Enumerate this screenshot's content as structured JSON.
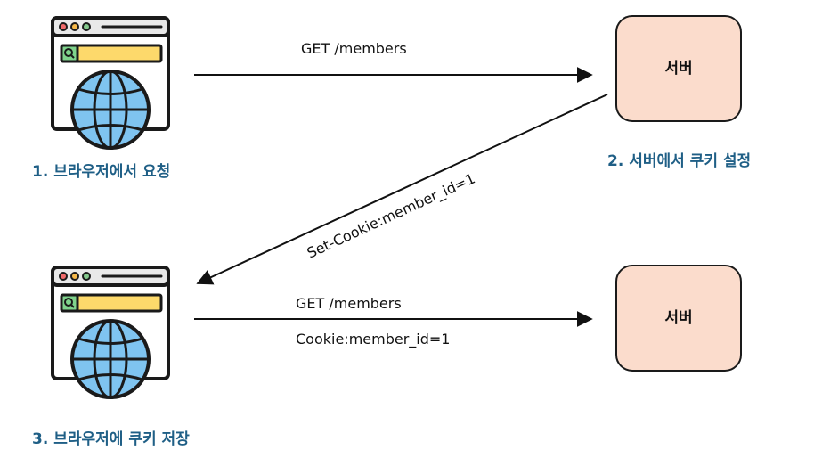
{
  "steps": {
    "browser_request": "1. 브라우저에서 요청",
    "server_set_cookie": "2. 서버에서 쿠키 설정",
    "browser_store_cookie": "3. 브라우저에 쿠키 저장"
  },
  "servers": [
    {
      "label": "서버"
    },
    {
      "label": "서버"
    }
  ],
  "messages": {
    "first_request": "GET /members",
    "set_cookie_response": "Set-Cookie:member_id=1",
    "second_request": "GET /members",
    "second_request_cookie": "Cookie:member_id=1"
  },
  "colors": {
    "step_text": "#1f5f86",
    "server_fill": "#fbdccc",
    "browser_search_bar": "#fdd96b",
    "browser_globe": "#7fc4f0",
    "browser_window_dots": [
      "#f06a6a",
      "#f5b84a",
      "#84c88c"
    ]
  },
  "icons": [
    "browser-globe-icon",
    "browser-globe-icon"
  ]
}
